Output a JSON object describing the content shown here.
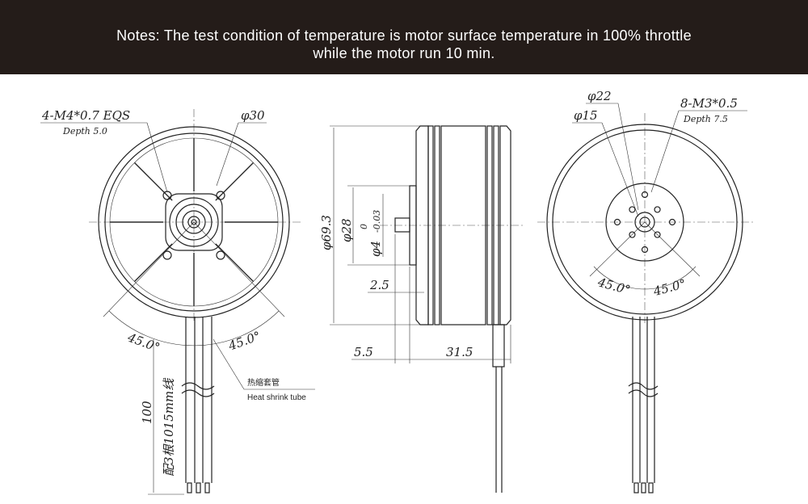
{
  "notes": {
    "line1": "Notes: The test condition of temperature is motor surface temperature in 100% throttle",
    "line2": "while the motor run 10 min."
  },
  "front_view": {
    "thread_callout": "4-M4*0.7 EQS",
    "thread_depth": "Depth 5.0",
    "diameter_30": "φ30",
    "angle_left": "45.0°",
    "angle_right": "45.0°",
    "heat_shrink_cn": "热缩套管",
    "heat_shrink_en": "Heat shrink tube",
    "lead_length": "100",
    "wire_spec": "配3根1015mm线"
  },
  "side_view": {
    "diameter_outer": "φ69.3",
    "diameter_28": "φ28",
    "shaft_diameter": "φ4",
    "shaft_tol_upper": "0",
    "shaft_tol_lower": "-0.03",
    "dim_2_5": "2.5",
    "dim_5_5": "5.5",
    "dim_31_5": "31.5"
  },
  "rear_view": {
    "diameter_22": "φ22",
    "diameter_15": "φ15",
    "thread_callout": "8-M3*0.5",
    "thread_depth": "Depth 7.5",
    "angle_left": "45.0°",
    "angle_right": "45.0°"
  }
}
